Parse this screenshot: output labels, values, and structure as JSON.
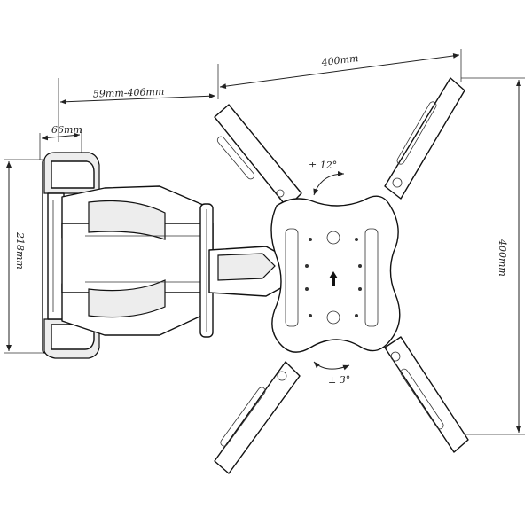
{
  "drawing": {
    "subject": "",
    "dimensions": {
      "width_top": "400mm",
      "extension": "59mm-406mm",
      "wall_plate_depth": "66mm",
      "wall_plate_height": "218mm",
      "height_right": "400mm"
    },
    "annotations": {
      "tilt": "± 12°",
      "rotation": "± 3°"
    }
  }
}
